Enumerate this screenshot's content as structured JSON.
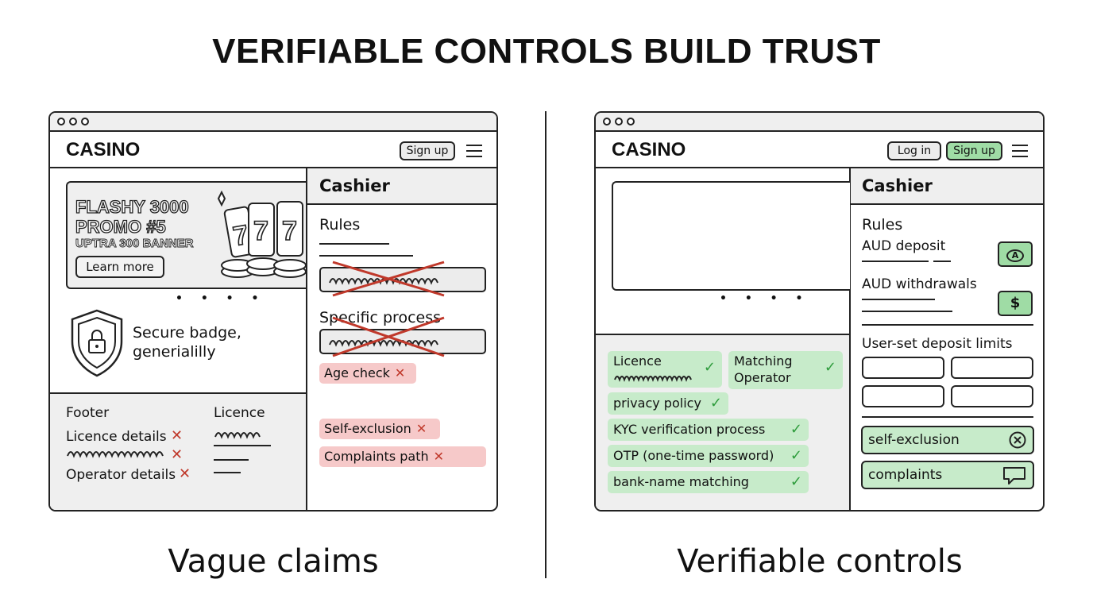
{
  "title": "VERIFIABLE CONTROLS BUILD TRUST",
  "left": {
    "caption": "Vague claims",
    "logo": "CASINO",
    "signup_label": "Sign up",
    "banner": {
      "line1": "FLASHY 3000",
      "line2": "PROMO #5",
      "line3": "UPTRA 300 BANNER",
      "button": "Learn more"
    },
    "carousel_dots": "• • • •",
    "secure_badge": {
      "line1": "Secure badge,",
      "line2": "generialilly"
    },
    "footer": {
      "heading": "Footer",
      "items": [
        "Licence details",
        "Operator details"
      ],
      "licence_heading": "Licence"
    },
    "cashier": {
      "title": "Cashier",
      "rules": "Rules",
      "specific_process": "Specific process",
      "age_check": "Age check",
      "self_exclusion": "Self-exclusion",
      "complaints": "Complaints path"
    },
    "x_mark": "✕"
  },
  "right": {
    "caption": "Verifiable controls",
    "logo": "CASINO",
    "login_label": "Log in",
    "signup_label": "Sign up",
    "carousel_dots": "• • • •",
    "checks": {
      "licence": "Licence",
      "matching_operator": [
        "Matching",
        "Operator"
      ],
      "privacy": "privacy policy",
      "kyc": "KYC verification process",
      "otp": "OTP (one-time password)",
      "bank": "bank-name matching"
    },
    "check_mark": "✓",
    "cashier": {
      "title": "Cashier",
      "rules": "Rules",
      "deposit": "AUD deposit",
      "withdrawals": "AUD withdrawals",
      "limits": "User-set deposit limits",
      "self_exclusion": "self-exclusion",
      "complaints": "complaints",
      "deposit_btn": "A",
      "withdraw_btn": "$"
    }
  }
}
